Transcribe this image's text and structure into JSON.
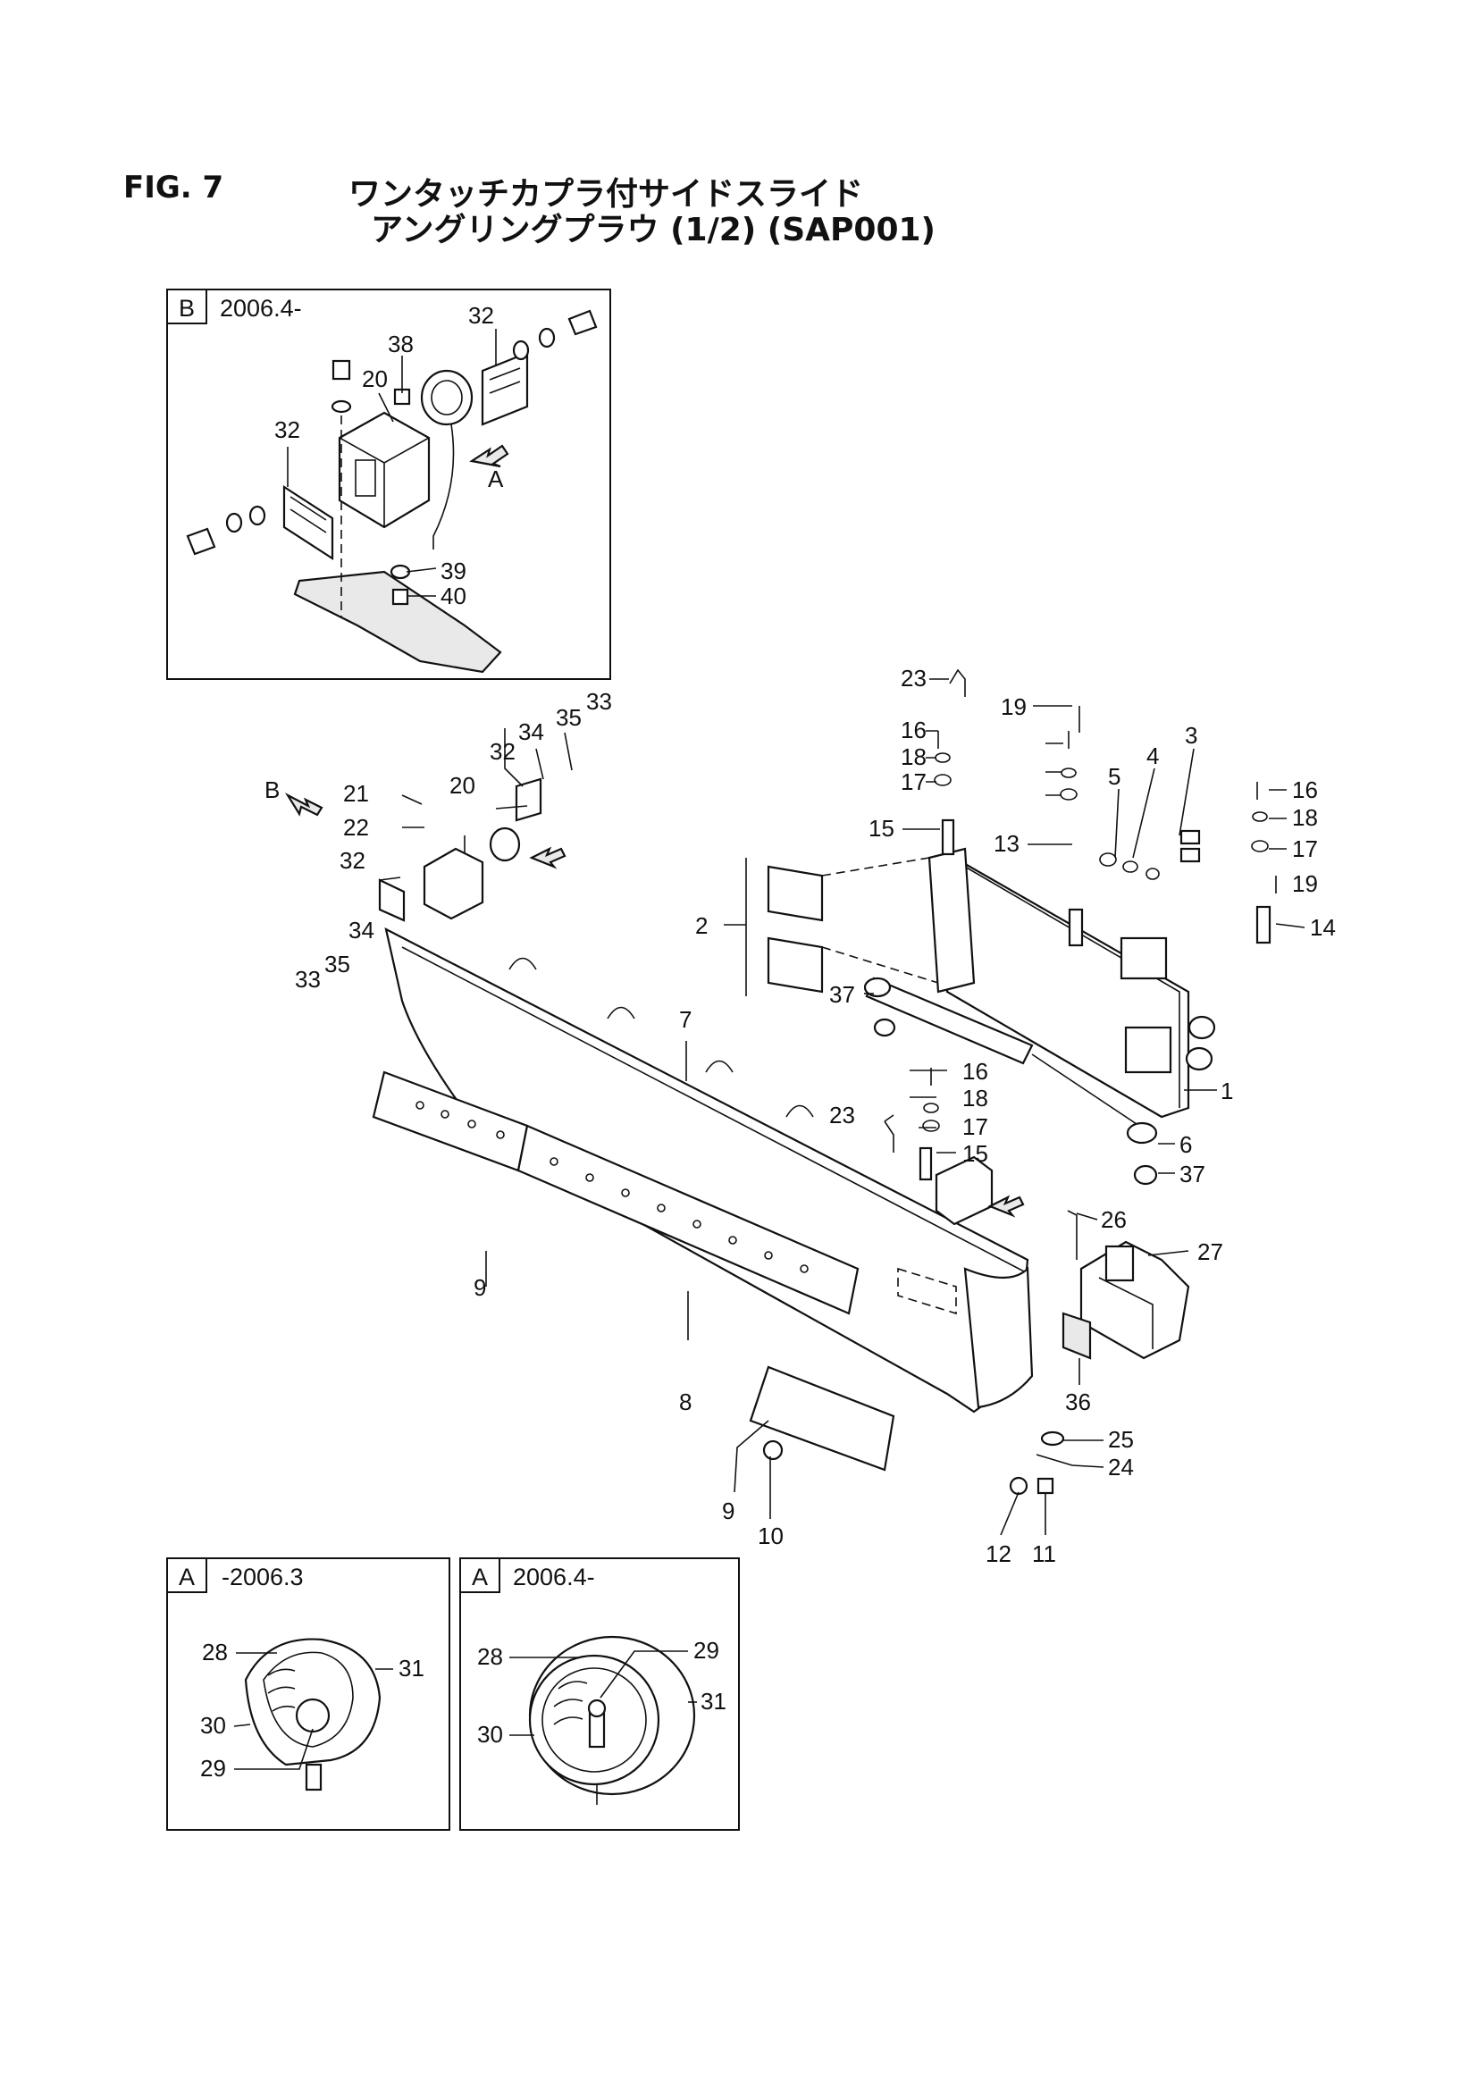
{
  "header": {
    "fig": "FIG. 7",
    "title_line1": "ワンタッチカプラ付サイドスライド",
    "title_line2": "アングリングプラウ (1/2) (SAP001)"
  },
  "insets": {
    "b": {
      "letter": "B",
      "label": "2006.4-"
    },
    "a_old": {
      "letter": "A",
      "label": "-2006.3"
    },
    "a_new": {
      "letter": "A",
      "label": "2006.4-"
    }
  },
  "arrows": {
    "view_a": "A",
    "view_b": "B"
  },
  "callouts": {
    "inset_b": [
      "38",
      "20",
      "32",
      "32",
      "39",
      "40"
    ],
    "main": [
      "23",
      "19",
      "16",
      "18",
      "17",
      "15",
      "13",
      "5",
      "4",
      "3",
      "16",
      "18",
      "17",
      "19",
      "14",
      "2",
      "1",
      "37",
      "7",
      "16",
      "18",
      "23",
      "17",
      "15",
      "6",
      "37",
      "21",
      "22",
      "20",
      "32",
      "34",
      "35",
      "33",
      "32",
      "34",
      "35",
      "33",
      "9",
      "8",
      "9",
      "10",
      "12",
      "11",
      "26",
      "27",
      "36",
      "25",
      "24"
    ],
    "inset_a_old": [
      "28",
      "31",
      "30",
      "29"
    ],
    "inset_a_new": [
      "28",
      "29",
      "31",
      "30"
    ]
  }
}
